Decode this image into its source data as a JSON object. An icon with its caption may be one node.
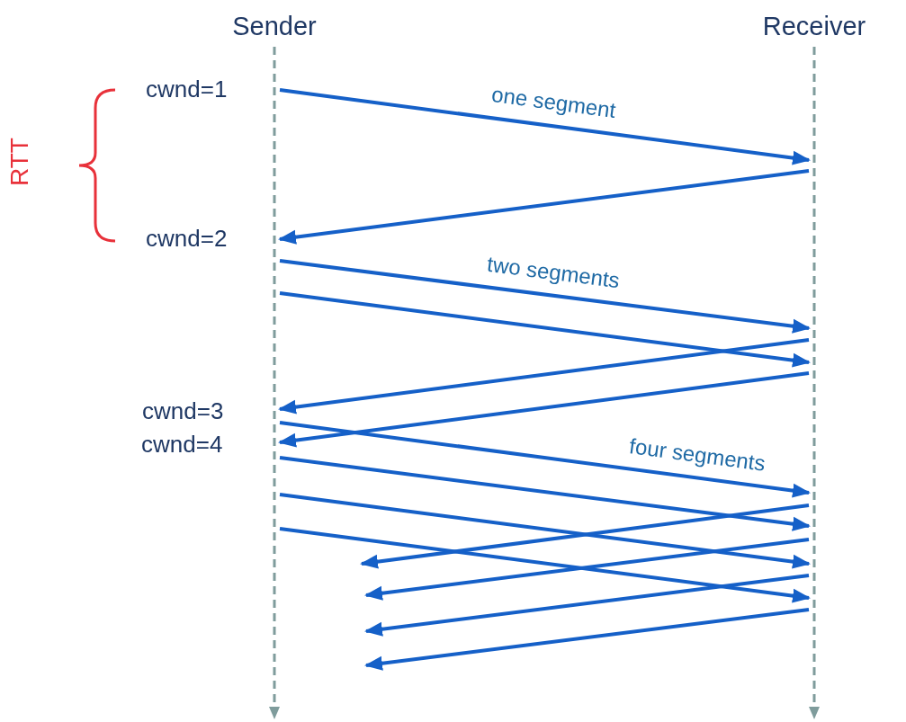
{
  "diagram": {
    "nodes": [
      {
        "text": [
          "Sender"
        ]
      },
      {
        "text": [
          "Receiver"
        ]
      }
    ],
    "edges": [
      {
        "from": 0,
        "to": 1,
        "arrow": "to",
        "label": "one segment"
      },
      {
        "from": 1,
        "to": 0,
        "arrow": "to"
      },
      {
        "from": 0,
        "to": 1,
        "arrow": "to",
        "label": "two segments"
      },
      {
        "from": 0,
        "to": 1,
        "arrow": "to"
      },
      {
        "from": 1,
        "to": 0,
        "arrow": "to"
      },
      {
        "from": 1,
        "to": 0,
        "arrow": "to"
      },
      {
        "from": 0,
        "to": 1,
        "arrow": "to",
        "label": "four segments"
      },
      {
        "from": 0,
        "to": 1,
        "arrow": "to"
      },
      {
        "from": 0,
        "to": 1,
        "arrow": "to"
      },
      {
        "from": 0,
        "to": 1,
        "arrow": "to"
      },
      {
        "from": 1,
        "to": null,
        "arrow": "to"
      },
      {
        "from": 1,
        "to": null,
        "arrow": "to"
      },
      {
        "from": 1,
        "to": null,
        "arrow": "to"
      },
      {
        "from": 1,
        "to": null,
        "arrow": "to"
      }
    ],
    "labels": [
      "cwnd=1",
      "RTT",
      "cwnd=2",
      "cwnd=3",
      "cwnd=4"
    ]
  }
}
